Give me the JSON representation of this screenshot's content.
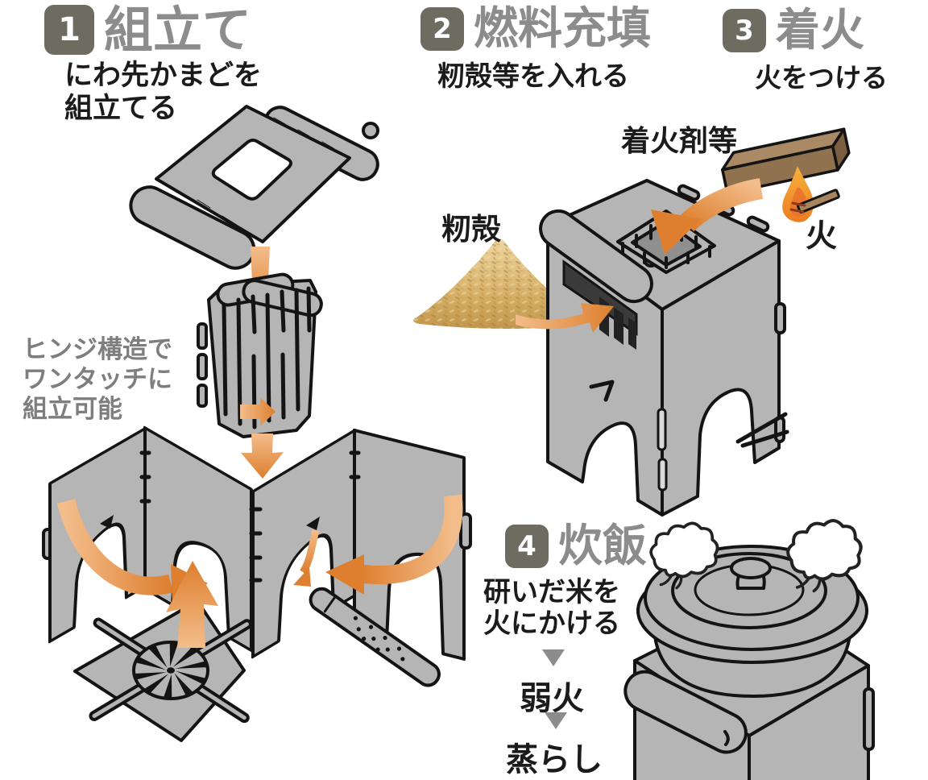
{
  "steps": [
    {
      "num": "1",
      "title": "組立て",
      "desc_lines": [
        "にわ先かまどを",
        "組立てる"
      ]
    },
    {
      "num": "2",
      "title": "燃料充填",
      "desc_lines": [
        "籾殻等を入れる"
      ]
    },
    {
      "num": "3",
      "title": "着火",
      "desc_lines": [
        "火をつける"
      ]
    },
    {
      "num": "4",
      "title": "炊飯",
      "desc_lines": [
        "研いだ米を",
        "火にかける"
      ],
      "flow": [
        "弱火",
        "蒸らし"
      ]
    }
  ],
  "labels": {
    "hinge_note_lines": [
      "ヒンジ構造で",
      "ワンタッチに",
      "組立可能"
    ],
    "rice_husk": "籾殻",
    "fire_starter": "着火剤等",
    "fire": "火"
  },
  "colors": {
    "badge": "#6E6B61",
    "step_title_gray": "#8C8C8C",
    "body_text": "#1B1B1B",
    "note_gray": "#7E7E7E",
    "metal_gray": "#B5B5B5",
    "outline_black": "#141414",
    "arrow_orange_dark": "#DD7F2E",
    "arrow_orange_light": "#F3BD8B",
    "husk_tan": "#D2A860",
    "brick_brown": "#91724F",
    "flame_orange": "#F09A2F",
    "opening_dark": "#3A3A3A",
    "steam_white": "#FFFFFF"
  }
}
